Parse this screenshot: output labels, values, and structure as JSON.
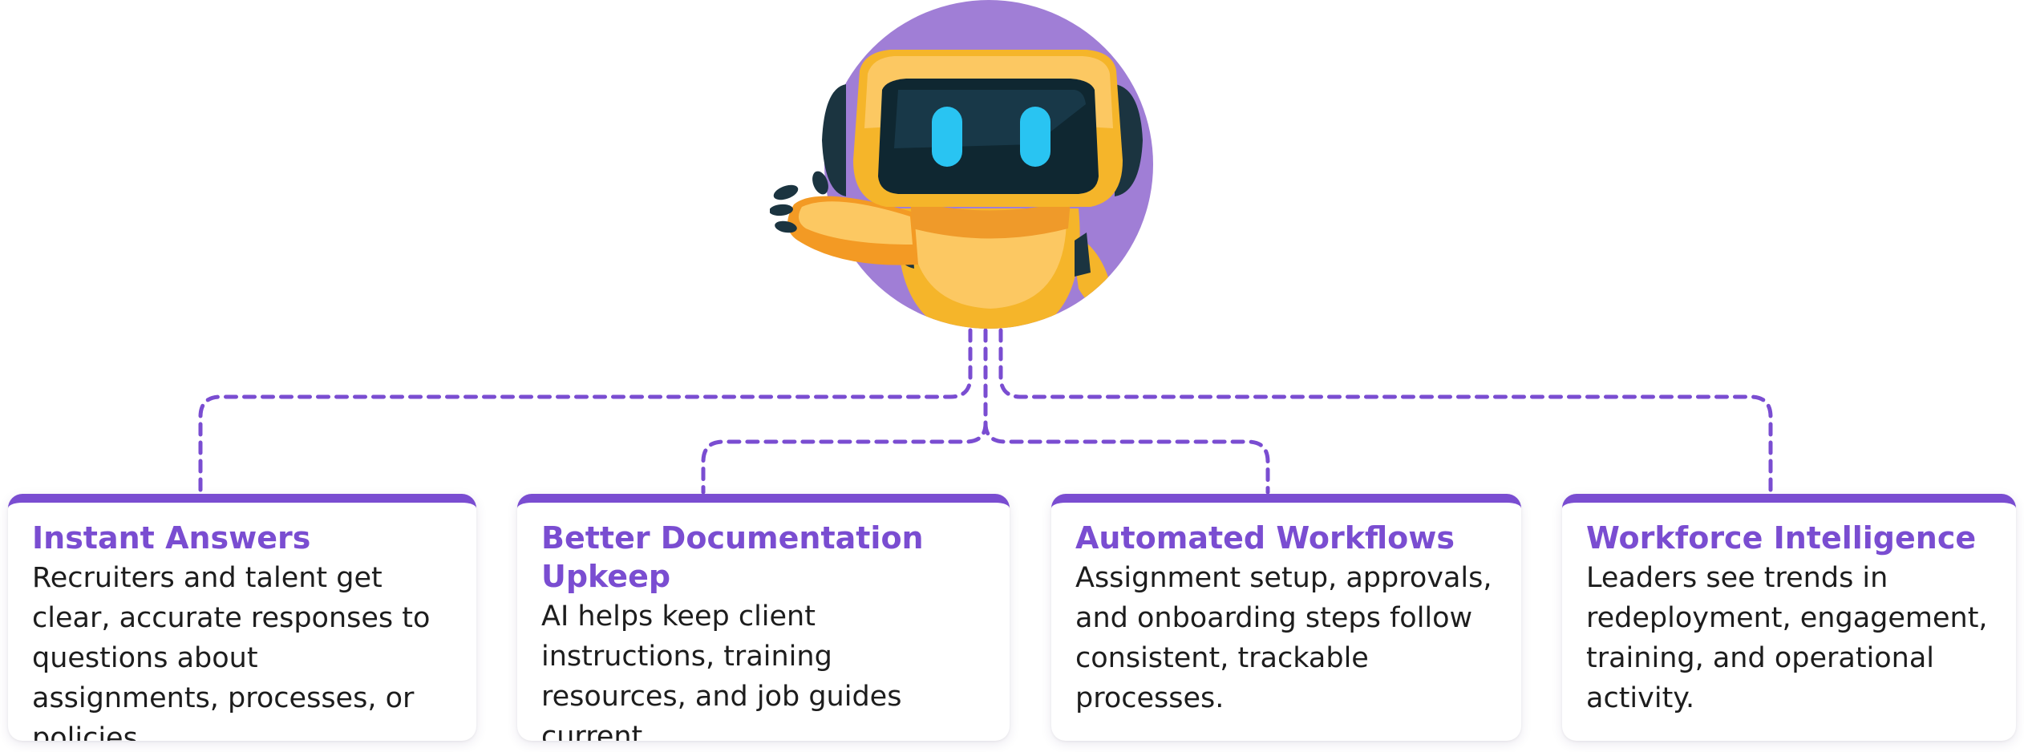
{
  "colors": {
    "accent": "#7a4dd1",
    "robot_circle": "#a07ed6",
    "robot_body": "#f5b52a",
    "robot_eyes": "#29c4f2",
    "text": "#1d1d1d"
  },
  "robot": {
    "icon": "robot-mascot-waving-icon"
  },
  "cards": [
    {
      "title": "Instant Answers",
      "text": "Recruiters and talent get clear, accurate responses to questions about assignments, processes, or policies."
    },
    {
      "title": "Better Documentation Upkeep",
      "text": "AI helps keep client instructions, training resources, and job guides current."
    },
    {
      "title": "Automated Workflows",
      "text": "Assignment setup, approvals, and onboarding steps follow consistent, trackable processes."
    },
    {
      "title": "Workforce Intelligence",
      "text": "Leaders see trends in redeployment, engagement, training, and operational activity."
    }
  ]
}
